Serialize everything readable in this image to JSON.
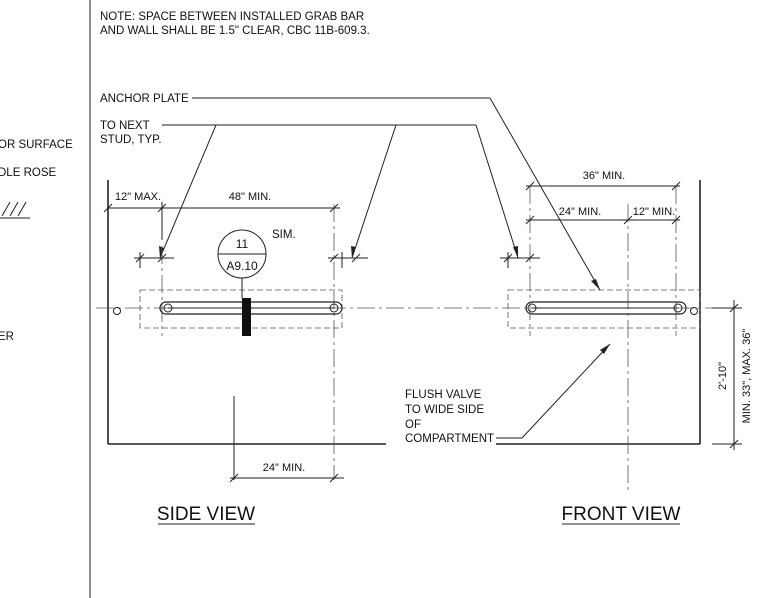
{
  "note": {
    "line1": "NOTE: SPACE BETWEEN INSTALLED GRAB BAR",
    "line2": "AND WALL SHALL BE 1.5\" CLEAR, CBC 11B-609.3."
  },
  "left_fragments": {
    "surface": "OR SURFACE",
    "rose": "DLE ROSE",
    "er": "ER"
  },
  "callouts": {
    "anchor_plate": "ANCHOR PLATE",
    "to_next_line1": "TO NEXT",
    "to_next_line2": "STUD, TYP.",
    "flush_line1": "FLUSH VALVE",
    "flush_line2": "TO WIDE SIDE",
    "flush_line3": "OF",
    "flush_line4": "COMPARTMENT"
  },
  "side_view": {
    "title": "SIDE VIEW",
    "dim_max": "12\" MAX.",
    "dim_min": "48\" MIN.",
    "dim_bottom": "24\" MIN.",
    "detail_number": "11",
    "detail_sheet": "A9.10",
    "detail_sim": "SIM."
  },
  "front_view": {
    "title": "FRONT VIEW",
    "dim_total": "36\" MIN.",
    "dim_left": "24\" MIN.",
    "dim_right": "12\" MIN.",
    "height": "2'-10\"",
    "height_range": "MIN. 33\", MAX. 36\""
  }
}
